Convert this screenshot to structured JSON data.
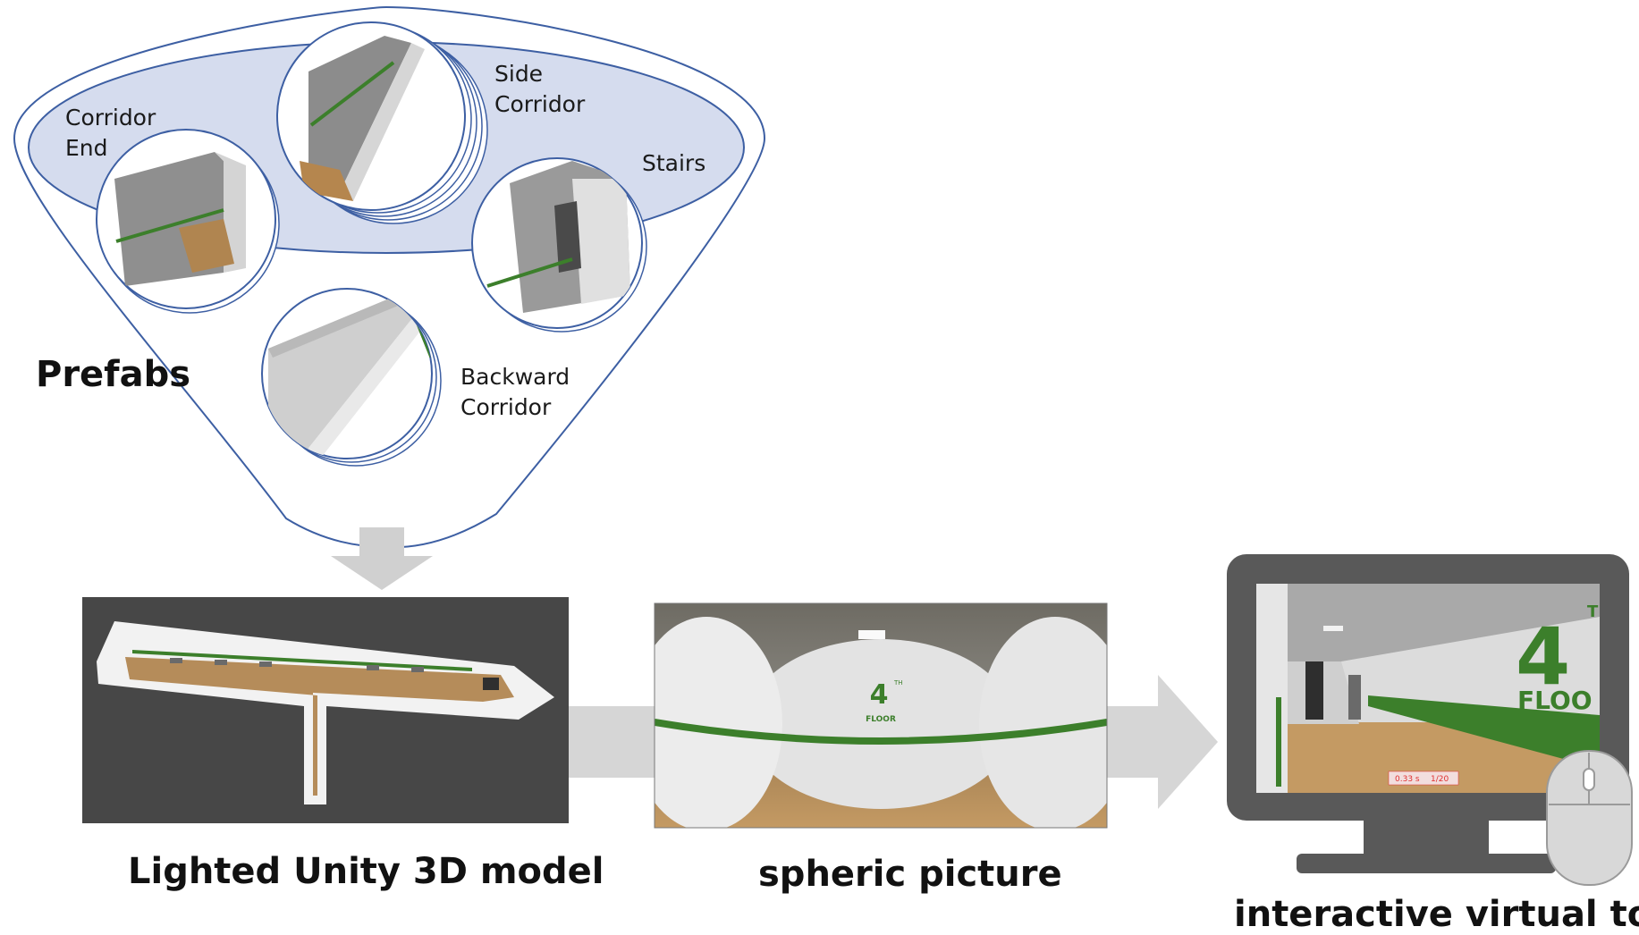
{
  "prefabs": {
    "group_label": "Prefabs",
    "items": [
      {
        "id": "corridor-end",
        "line1": "Corridor",
        "line2": "End"
      },
      {
        "id": "side-corridor",
        "line1": "Side",
        "line2": "Corridor"
      },
      {
        "id": "stairs",
        "line1": "Stairs",
        "line2": ""
      },
      {
        "id": "backward-corridor",
        "line1": "Backward",
        "line2": "Corridor"
      }
    ]
  },
  "pipeline": [
    {
      "id": "unity-model",
      "label": "Lighted Unity 3D model"
    },
    {
      "id": "spheric-picture",
      "label": "spheric picture"
    },
    {
      "id": "virtual-tour",
      "label": "interactive virtual tour"
    }
  ],
  "scene_text": {
    "floor_number": "4",
    "floor_sup": "TH",
    "floor_word": "FLOOR",
    "monitor_floor_number": "4",
    "monitor_floor_sup": "T",
    "monitor_floor_word": "FLOO",
    "hud_time": "0.33 s",
    "hud_count": "1/20"
  },
  "colors": {
    "funnel_stroke": "#3d5fa3",
    "ellipse_fill": "#cbd3ea",
    "arrow_gray": "#d0d0d0",
    "dark_panel": "#474747",
    "monitor_frame": "#595959",
    "stripe_green": "#3c7f2b",
    "floor_wood": "#b58c5a"
  }
}
